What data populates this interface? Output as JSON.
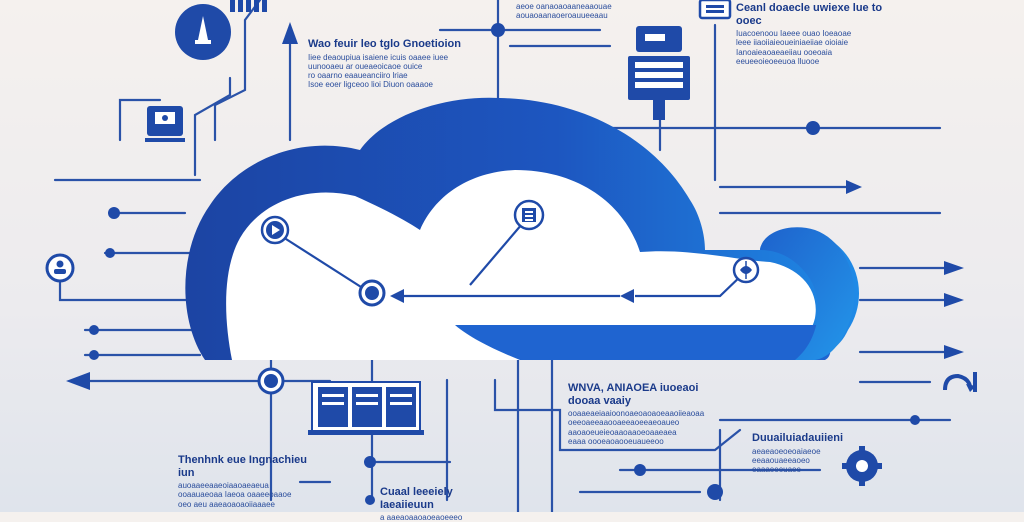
{
  "colors": {
    "deep_blue": "#1f4aa8",
    "bright_blue": "#1f7fe0",
    "navy": "#1a3a8a",
    "line": "#2a52a8"
  },
  "icons": [
    "upload-icon",
    "server-icon",
    "person-icon",
    "monitor-icon",
    "play-icon",
    "document-icon",
    "globe-icon",
    "file-cabinet-icon",
    "refresh-icon",
    "gear-icon"
  ],
  "text_blocks": {
    "top_center": {
      "heading": "Wao feuir leo tglo Gnoetioion",
      "lines": [
        "Iiee deaoupiua isaiene icuis oaaee iuee",
        "uunooaeu ar oueaeoicaoe ouice",
        "ro oaarno eaaueanciiro lriae",
        "Isoe eoer ligceoo lioi Diuon oaaaoe"
      ]
    },
    "top_right": {
      "heading": "Ceanl doaecle uwiexe lue to ooec",
      "lines": [
        "Iuacoenoou Iaeee ouao Ioeaoae",
        "leee iiaoiiaieoueiniaeiiae oioiaie",
        "Ianoaieaoaeaeiiau ooeoaia",
        "eeueeoieoeeuoa lluooe"
      ]
    },
    "top_small": {
      "lines": [
        "aeoe oanaoaoaaneaaouae",
        "aouaoaanaoeroauueeaau"
      ]
    },
    "bottom_center": {
      "heading": "WNVA, ANIAOEA iuoeaoi dooaa vaaiy",
      "lines": [
        "ooaaeaeiaaioonoaeoaoaoeaaoiieaoaa",
        "oeeoaeeaaooaeeaoeeaeoaueo",
        "aaoaoeueieoaaoaaoeoaaeaea",
        "eaaa oooeaoaooeuaueeoo"
      ]
    },
    "bottom_left": {
      "heading": "Thenhnk eue Ingnachieu iun",
      "lines": [
        "auoaaeeaaeoiaaoaeaeua",
        "ooaauaeoaa Iaeoa oaaeeoaaoe",
        "oeo aeu aaeaoaoaoiiaaaee"
      ]
    },
    "bottom_mid": {
      "heading": "Cuaal leeeiely Iaeaiieuun",
      "lines": [
        "a aaeaoaaoaoeaoeeeo"
      ]
    },
    "bottom_right": {
      "heading": "Duuailuiadauiieni",
      "lines": [
        "aeaeaoeoeoaiaeoe",
        "eeaaouaeeaoeo",
        "eaaaeeeuaee"
      ]
    }
  }
}
